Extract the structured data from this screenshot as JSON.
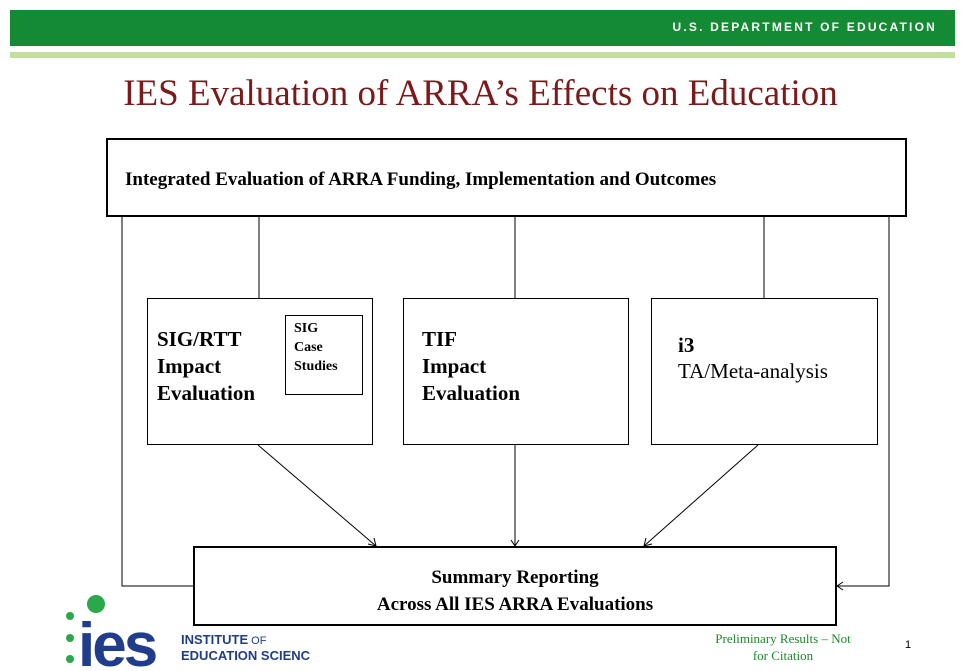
{
  "header": {
    "department": "U.S. DEPARTMENT OF EDUCATION"
  },
  "slide": {
    "title": "IES Evaluation of ARRA’s Effects on Education",
    "page_number": "1",
    "footer_note": "Preliminary Results – Not for Citation"
  },
  "diagram": {
    "top_box": "Integrated Evaluation of ARRA Funding, Implementation and Outcomes",
    "boxes": [
      {
        "title_lines": [
          "SIG/RTT",
          "Impact",
          "Evaluation"
        ],
        "inset_lines": [
          "SIG",
          "Case",
          "Studies"
        ]
      },
      {
        "title_lines": [
          "TIF",
          "Impact",
          "Evaluation"
        ]
      },
      {
        "title_lines": [
          "i3",
          "TA/Meta-analysis"
        ]
      }
    ],
    "bottom_box_lines": [
      "Summary Reporting",
      "Across All IES ARRA Evaluations"
    ]
  },
  "logo": {
    "mark": "ies",
    "line1": "INSTITUTE",
    "line1_suffix": "OF",
    "line2": "EDUCATION SCIENCES"
  },
  "colors": {
    "header_green": "#138a33",
    "rule_green": "#c3df9d",
    "title_red": "#7a1a1a",
    "logo_blue": "#1f3d8a",
    "logo_green": "#2aa84a"
  }
}
